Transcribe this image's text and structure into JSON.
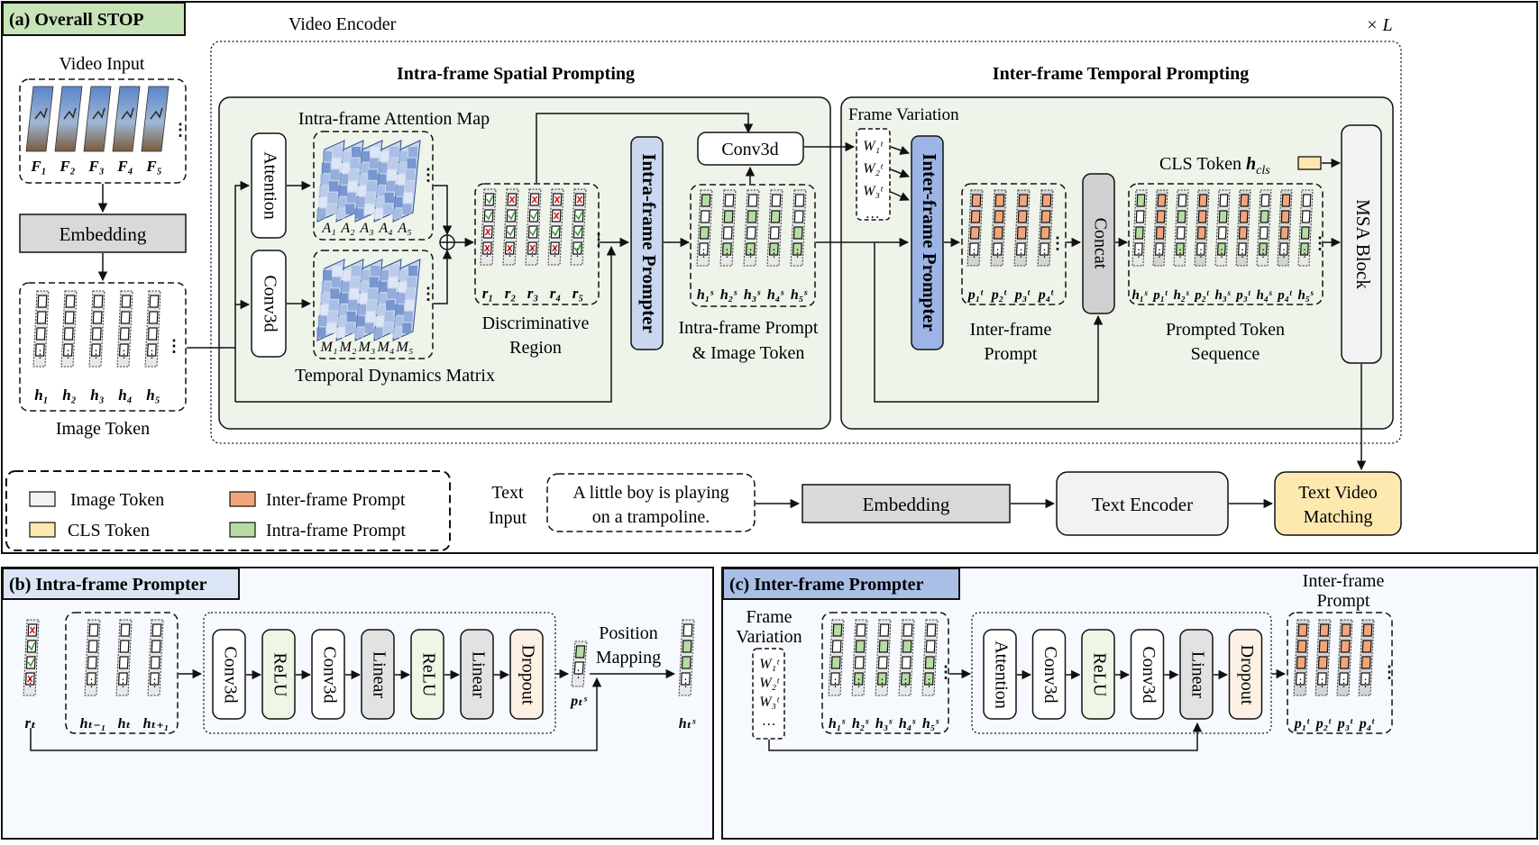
{
  "panels": {
    "a": {
      "title": "(a) Overall STOP",
      "video_encoder": "Video Encoder",
      "times_l": "× L"
    },
    "b": {
      "title": "(b) Intra-frame Prompter"
    },
    "c": {
      "title": "(c) Inter-frame Prompter"
    }
  },
  "colors": {
    "a_title_bg": "#c7e3b8",
    "b_title_bg": "#dbe5f5",
    "c_title_bg": "#a9bfe6",
    "panel_bg": "#f6faff",
    "group_bg": "#eef4ea",
    "orange": "#f2a57a",
    "green": "#b5dca3",
    "cls_yellow": "#fde9b0",
    "prompter_blue": "#9db5e6"
  },
  "labels": {
    "video_input": "Video Input",
    "frames": [
      "F₁",
      "F₂",
      "F₃",
      "F₄",
      "F₅"
    ],
    "embedding": "Embedding",
    "image_tokens": [
      "h₁",
      "h₂",
      "h₃",
      "h₄",
      "h₅"
    ],
    "image_token": "Image Token",
    "intra_spatial": "Intra-frame Spatial Prompting",
    "inter_temporal": "Inter-frame Temporal Prompting",
    "attention": "Attention",
    "conv3d": "Conv3d",
    "attention_map": "Intra-frame Attention Map",
    "a_labels": [
      "A₁",
      "A₂",
      "A₃",
      "A₄",
      "A₅"
    ],
    "m_labels": [
      "M₁",
      "M₂",
      "M₃",
      "M₄",
      "M₅"
    ],
    "temporal_dynamics": "Temporal Dynamics Matrix",
    "r_labels": [
      "r₁",
      "r₂",
      "r₃",
      "r₄",
      "r₅"
    ],
    "discriminative": [
      "Discriminative",
      "Region"
    ],
    "intra_prompter": "Intra-frame Prompter",
    "hs_labels": [
      "h₁ˢ",
      "h₂ˢ",
      "h₃ˢ",
      "h₄ˢ",
      "h₅ˢ"
    ],
    "intra_prompt_image": [
      "Intra-frame Prompt",
      "& Image Token"
    ],
    "frame_variation": "Frame Variation",
    "w_labels": [
      "W₁ᵗ",
      "W₂ᵗ",
      "W₃ᵗ",
      "…"
    ],
    "inter_prompter": "Inter-frame Prompter",
    "p_labels": [
      "p₁ᵗ",
      "p₂ᵗ",
      "p₃ᵗ",
      "p₄ᵗ"
    ],
    "inter_prompt": [
      "Inter-frame",
      "Prompt"
    ],
    "concat": "Concat",
    "cls_token_label": "CLS Token",
    "hcls": "h",
    "hcls_sub": "cls",
    "seq_labels": [
      "h₁ˢ",
      "p₁ᵗ",
      "h₂ˢ",
      "p₂ᵗ",
      "h₃ˢ",
      "p₃ᵗ",
      "h₄ˢ",
      "p₄ᵗ",
      "h₅ˢ"
    ],
    "prompted_seq": [
      "Prompted Token",
      "Sequence"
    ],
    "msa_block": "MSA Block",
    "legend": [
      "Image Token",
      "CLS Token",
      "Inter-frame Prompt",
      "Intra-frame Prompt"
    ],
    "text_input": [
      "Text",
      "Input"
    ],
    "caption": [
      "A little boy is playing",
      "on a trampoline."
    ],
    "text_embedding": "Embedding",
    "text_encoder": "Text Encoder",
    "text_video_matching": [
      "Text Video",
      "Matching"
    ],
    "b_inputs": [
      "rₜ",
      "hₜ₋₁",
      "hₜ",
      "hₜ₊₁"
    ],
    "b_layers": [
      "Conv3d",
      "ReLU",
      "Conv3d",
      "Linear",
      "ReLU",
      "Linear",
      "Dropout"
    ],
    "b_ps": "pₜˢ",
    "position_mapping": [
      "Position",
      "Mapping"
    ],
    "b_hs": "hₜˢ",
    "c_frame_variation": [
      "Frame",
      "Variation"
    ],
    "c_layers": [
      "Attention",
      "Conv3d",
      "ReLU",
      "Conv3d",
      "Linear",
      "Dropout"
    ],
    "c_inter_prompt": [
      "Inter-frame",
      "Prompt"
    ]
  }
}
